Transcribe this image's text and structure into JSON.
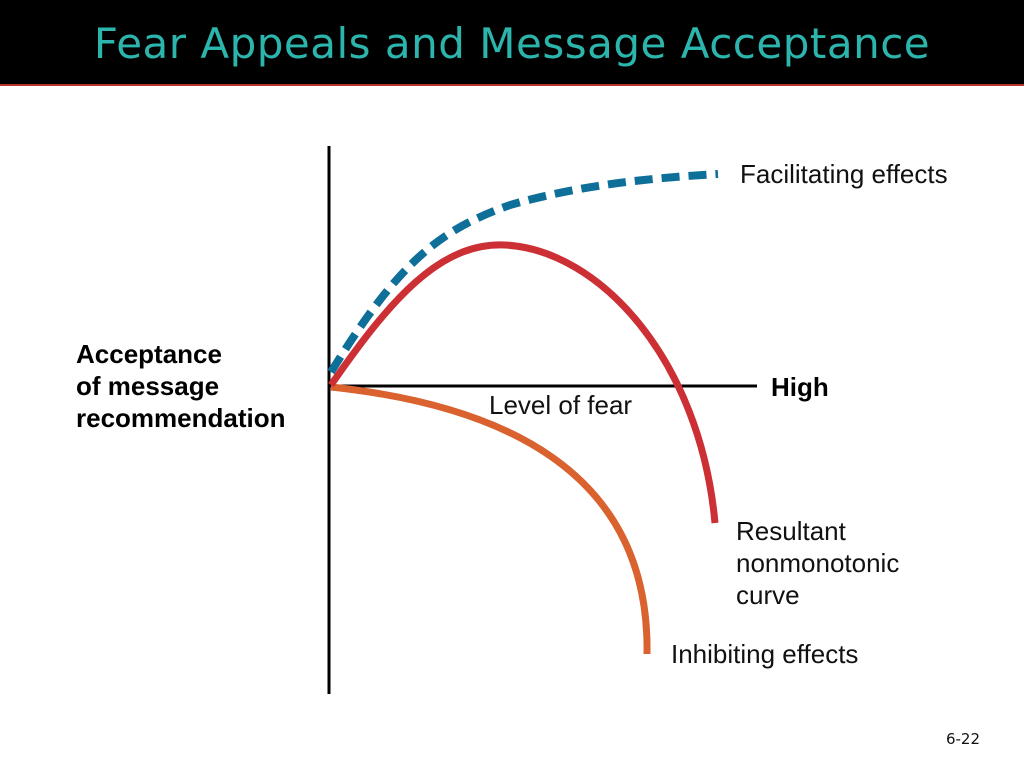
{
  "slide": {
    "title": "Fear Appeals and Message Acceptance",
    "page_number": "6-22"
  },
  "diagram": {
    "y_axis_label_lines": [
      "Acceptance",
      "of message",
      "recommendation"
    ],
    "x_axis_label": "Level of fear",
    "x_axis_end_label": "High",
    "curves": {
      "facilitating": {
        "label": "Facilitating effects",
        "color": "#0e6f99",
        "style": "dashed"
      },
      "resultant": {
        "label_lines": [
          "Resultant",
          "nonmonotonic",
          "curve"
        ],
        "color": "#cc3035",
        "style": "solid"
      },
      "inhibiting": {
        "label": "Inhibiting effects",
        "color": "#d9622e",
        "style": "solid"
      }
    }
  }
}
